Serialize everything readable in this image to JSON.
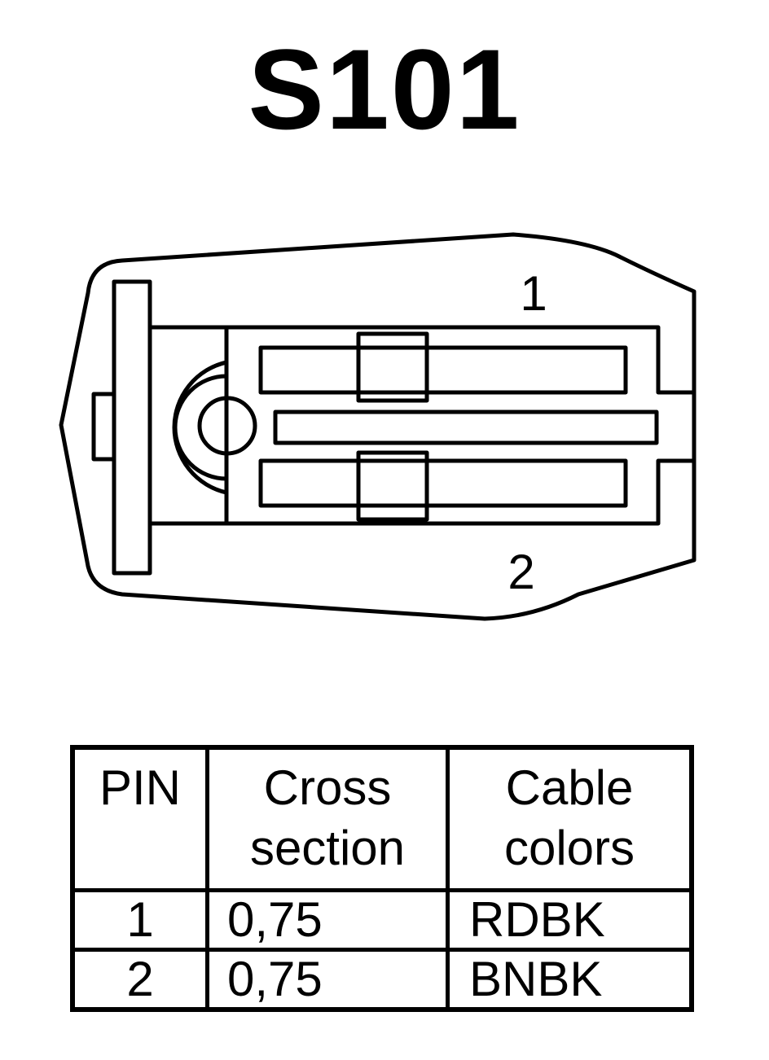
{
  "title": "S101",
  "connector": {
    "pin_labels": [
      "1",
      "2"
    ]
  },
  "table": {
    "headers": {
      "pin": "PIN",
      "cross_section": [
        "Cross",
        "section"
      ],
      "cable_colors": [
        "Cable",
        "colors"
      ]
    },
    "rows": [
      {
        "pin": "1",
        "cross_section": "0,75",
        "cable_color": "RDBK"
      },
      {
        "pin": "2",
        "cross_section": "0,75",
        "cable_color": "BNBK"
      }
    ]
  }
}
